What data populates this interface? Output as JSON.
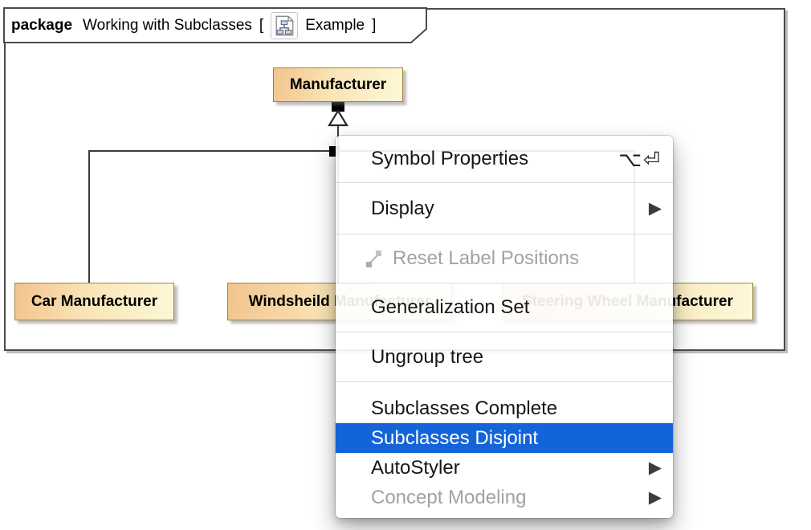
{
  "frame": {
    "package_keyword": "package",
    "package_title": "Working with Subclasses",
    "bracket_open": "[",
    "diagram_name": "Example",
    "bracket_close": "]"
  },
  "diagram": {
    "classes": {
      "parent": "Manufacturer",
      "child_left": "Car Manufacturer",
      "child_middle": "Windsheild Manufacturer",
      "child_right": "Steering Wheel Manufacturer"
    },
    "colors": {
      "node_fill_start": "#f2c48d",
      "node_fill_end": "#fdf8d8",
      "node_border": "#a5823f",
      "edge": "#3b3b3b"
    }
  },
  "context_menu": {
    "items": {
      "symbol_properties": {
        "label": "Symbol Properties",
        "shortcut": "⌥⏎"
      },
      "display": {
        "label": "Display"
      },
      "reset_label_positions": {
        "label": "Reset Label Positions"
      },
      "generalization_set": {
        "label": "Generalization Set"
      },
      "ungroup_tree": {
        "label": "Ungroup tree"
      },
      "subclasses_complete": {
        "label": "Subclasses Complete"
      },
      "subclasses_disjoint": {
        "label": "Subclasses Disjoint"
      },
      "autostyler": {
        "label": "AutoStyler"
      },
      "concept_modeling": {
        "label": "Concept Modeling"
      }
    },
    "submenu_arrow": "▶",
    "selected_item": "Subclasses Disjoint",
    "highlight_color": "#1264d8",
    "disabled_color": "#a2a2a2"
  }
}
